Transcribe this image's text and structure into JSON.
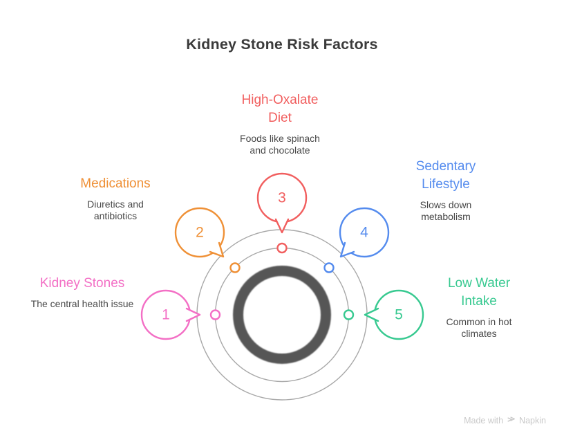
{
  "title": "Kidney Stone Risk Factors",
  "factors": [
    {
      "num": "1",
      "name": "Kidney Stones",
      "desc": "The central health issue",
      "color": "#F36FC5"
    },
    {
      "num": "2",
      "name": "Medications",
      "desc": "Diuretics and antibiotics",
      "color": "#EF9036"
    },
    {
      "num": "3",
      "name": "High-Oxalate Diet",
      "desc": "Foods like spinach and chocolate",
      "color": "#F15E5E"
    },
    {
      "num": "4",
      "name": "Sedentary Lifestyle",
      "desc": "Slows down metabolism",
      "color": "#548BEE"
    },
    {
      "num": "5",
      "name": "Low Water Intake",
      "desc": "Common in hot climates",
      "color": "#37C990"
    }
  ],
  "diagram": {
    "ring_color": "#575757",
    "guide_circle_color": "#A8A8A8"
  },
  "watermark": {
    "prefix": "Made with",
    "brand": "Napkin",
    "icon": "napkin-logo",
    "color": "#C9C9C9"
  }
}
